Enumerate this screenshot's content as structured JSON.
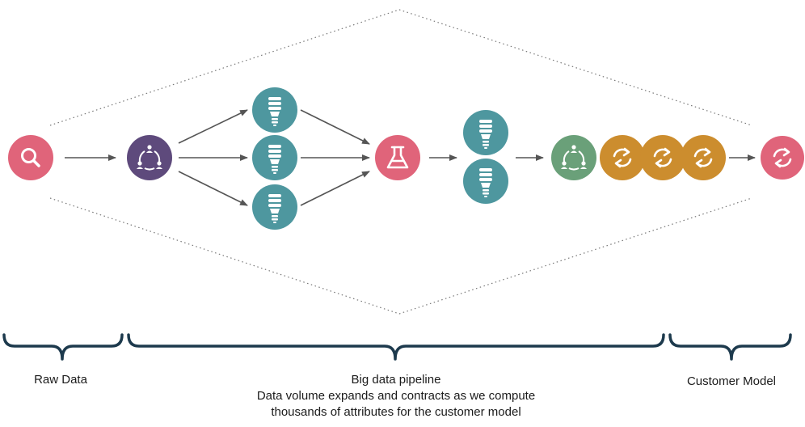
{
  "colors": {
    "search": "#e0647a",
    "network": "#5e4a7c",
    "bulb": "#4e979f",
    "flask": "#e0647a",
    "network_green": "#6aa079",
    "refresh_gold": "#cc8d2e",
    "refresh_pink": "#e0647a",
    "bracket": "#1d3a4d",
    "arrow": "#555555",
    "dots": "#777777"
  },
  "labels": {
    "raw_data": "Raw Data",
    "pipeline_title": "Big data pipeline",
    "pipeline_desc_1": "Data volume expands and contracts as we compute",
    "pipeline_desc_2": "thousands of attributes for the customer model",
    "customer_model": "Customer Model"
  },
  "nodes": [
    {
      "id": "search",
      "icon": "search-icon",
      "color": "search"
    },
    {
      "id": "network-1",
      "icon": "network-icon",
      "color": "network"
    },
    {
      "id": "bulb-1",
      "icon": "lightbulb-icon",
      "color": "bulb"
    },
    {
      "id": "bulb-2",
      "icon": "lightbulb-icon",
      "color": "bulb"
    },
    {
      "id": "bulb-3",
      "icon": "lightbulb-icon",
      "color": "bulb"
    },
    {
      "id": "flask",
      "icon": "flask-icon",
      "color": "flask"
    },
    {
      "id": "bulb-4",
      "icon": "lightbulb-icon",
      "color": "bulb"
    },
    {
      "id": "bulb-5",
      "icon": "lightbulb-icon",
      "color": "bulb"
    },
    {
      "id": "network-2",
      "icon": "network-icon",
      "color": "network_green"
    },
    {
      "id": "refresh-1",
      "icon": "refresh-icon",
      "color": "refresh_gold"
    },
    {
      "id": "refresh-2",
      "icon": "refresh-icon",
      "color": "refresh_gold"
    },
    {
      "id": "refresh-3",
      "icon": "refresh-icon",
      "color": "refresh_gold"
    },
    {
      "id": "refresh-final",
      "icon": "refresh-icon",
      "color": "refresh_pink"
    }
  ]
}
